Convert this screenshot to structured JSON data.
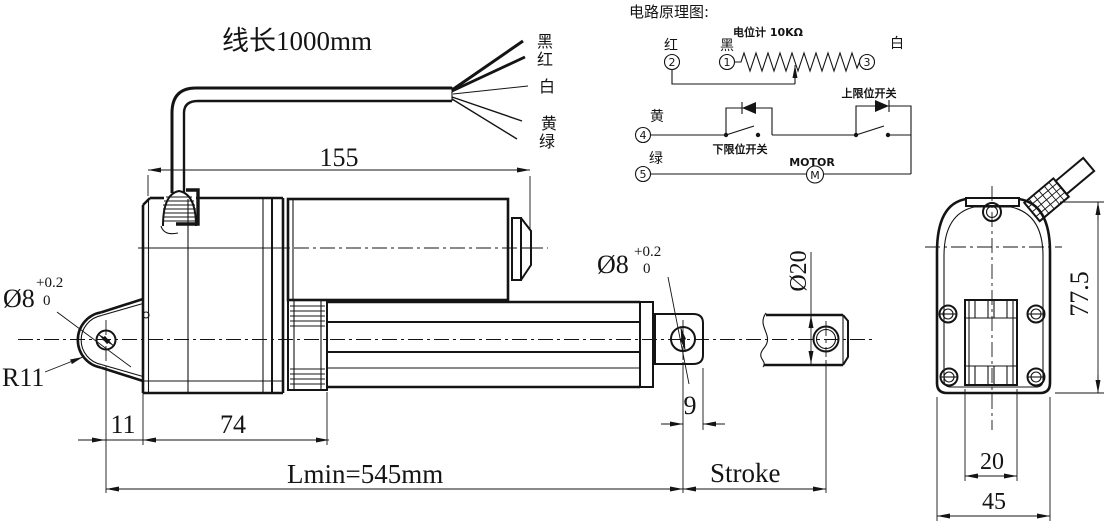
{
  "drawing": {
    "cable_length_label": "线长1000mm",
    "wire_labels": [
      "黑",
      "红",
      "白",
      "黄",
      "绿"
    ],
    "dims": {
      "housing_length": "155",
      "hole_dia": "Ø8",
      "tol_plus": "+0.2",
      "tol_zero": "0",
      "front_radius": "R11",
      "clevis_offset": "11",
      "gearbox_length": "74",
      "min_length": "Lmin=545mm",
      "rod_end_width": "9",
      "stroke_label": "Stroke",
      "rod_dia": "Ø20",
      "body_height": "77.5",
      "mount_slot_width": "20",
      "body_width": "45"
    }
  },
  "circuit": {
    "title": "电路原理图:",
    "potentiometer_label": "电位计 10KΩ",
    "terminals": [
      {
        "num": "2",
        "label": "红"
      },
      {
        "num": "1",
        "label": "黑"
      },
      {
        "num": "3",
        "label": "白"
      },
      {
        "num": "4",
        "label": "黄"
      },
      {
        "num": "5",
        "label": "绿"
      }
    ],
    "lower_limit_switch": "下限位开关",
    "upper_limit_switch": "上限位开关",
    "motor_label": "MOTOR",
    "motor_symbol": "M"
  },
  "colors": {
    "line": "#141414",
    "background": "#ffffff"
  }
}
